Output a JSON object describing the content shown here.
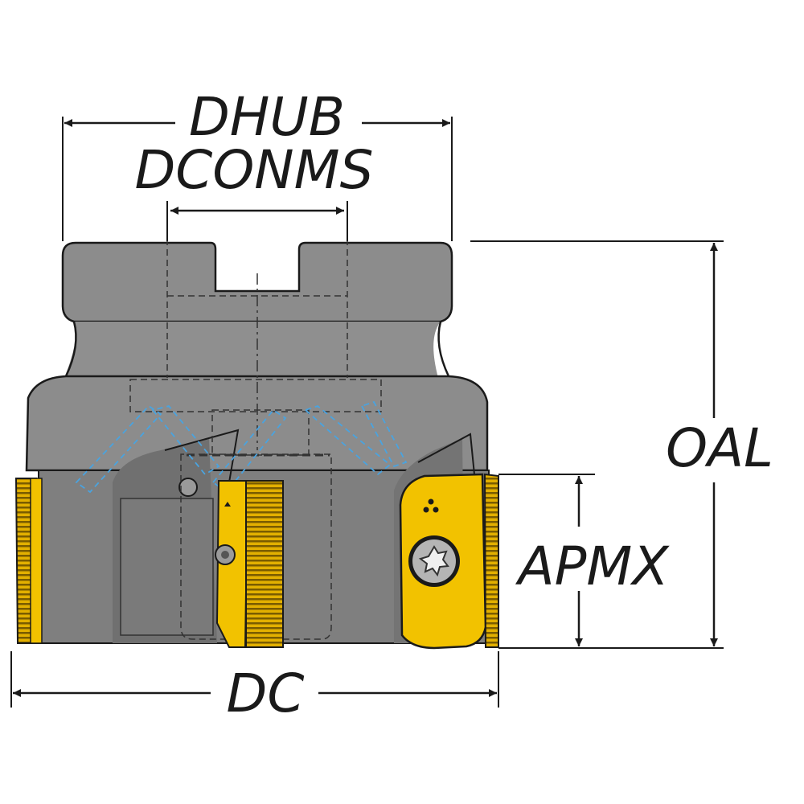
{
  "labels": {
    "dhub": "DHUB",
    "dconms": "DCONMS",
    "oal": "OAL",
    "apmx": "APMX",
    "dc": "DC"
  },
  "colors": {
    "body": "#8f8f8f",
    "body_dark": "#6e6e6e",
    "body_light": "#a6a6a6",
    "insert": "#f2c200",
    "insert_dark": "#b58f00",
    "hidden_line": "#4aa3df",
    "outline": "#1a1a1a"
  }
}
